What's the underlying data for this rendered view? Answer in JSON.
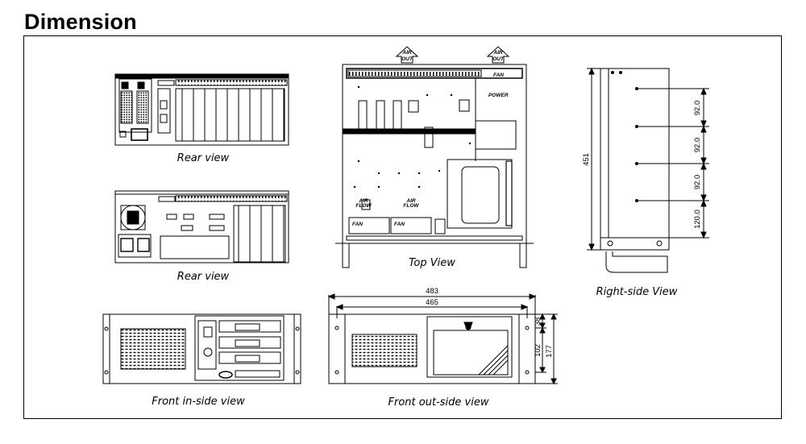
{
  "title": "Dimension",
  "views": {
    "rear_view_1": "Rear view",
    "rear_view_2": "Rear view",
    "top_view": "Top View",
    "right_side_view": "Right-side View",
    "front_inside_view": "Front in-side view",
    "front_outside_view": "Front out-side view"
  },
  "top_view_labels": {
    "air_out_1": [
      "AIR",
      "OUT"
    ],
    "air_out_2": [
      "AIR",
      "OUT"
    ],
    "fan_top": "FAN",
    "power": "POWER",
    "air_flow_1": [
      "AIR",
      "FLOW"
    ],
    "air_flow_2": [
      "AIR",
      "FLOW"
    ],
    "fan_1": "FAN",
    "fan_2": "FAN"
  },
  "dimensions": {
    "right_side": [
      "92.0",
      "92.0",
      "92.0",
      "120.0"
    ],
    "right_side_height": "451",
    "front_width_outer": "483",
    "front_width_inner": "465",
    "front_right": [
      "38",
      "102",
      "177"
    ]
  }
}
